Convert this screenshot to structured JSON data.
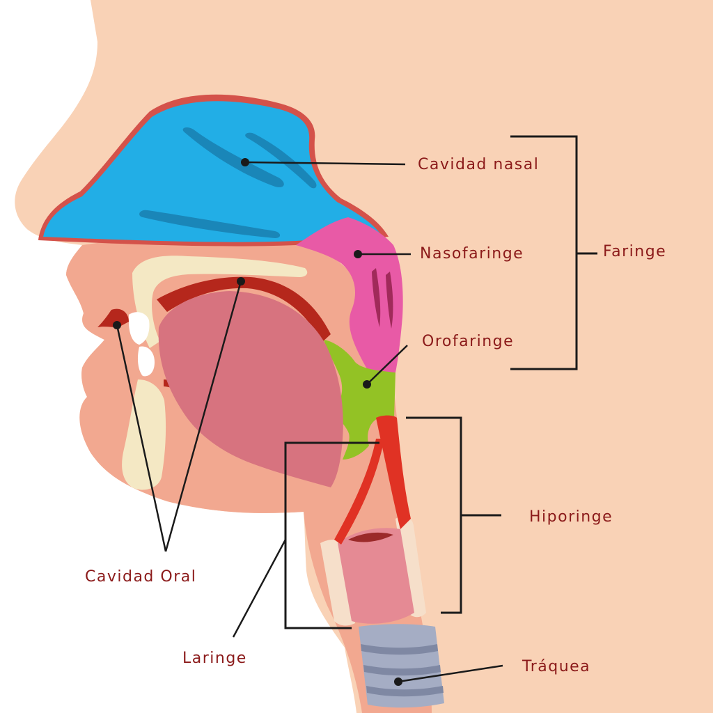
{
  "labels": {
    "cavidad_nasal": "Cavidad nasal",
    "nasofaringe": "Nasofaringe",
    "faringe": "Faringe",
    "orofaringe": "Orofaringe",
    "hiporinge": "Hiporinge",
    "cavidad_oral": "Cavidad Oral",
    "laringe": "Laringe",
    "traquea": "Tráquea"
  },
  "colors": {
    "label_text": "#8b1a1a",
    "skin": "#f9d2b6",
    "inner_tissue": "#f2a890",
    "nasal_cavity": "#22aee6",
    "nasopharynx": "#e85aa6",
    "oropharynx": "#93c225",
    "tongue": "#d7737f",
    "bone": "#f4e8c4",
    "trachea": "#a5adc4",
    "leader_line": "#1a1a1a"
  }
}
